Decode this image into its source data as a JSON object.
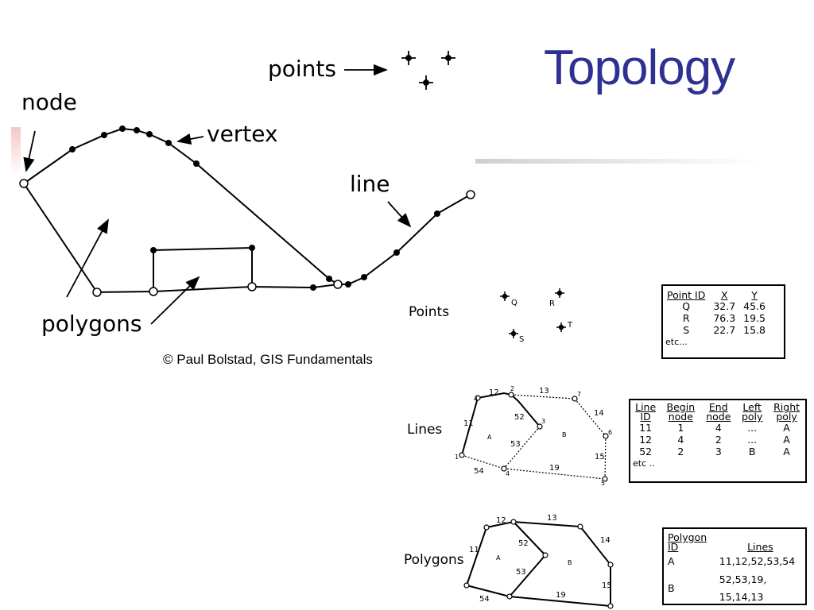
{
  "title": "Topology",
  "diagram": {
    "labels": {
      "points": "points",
      "node": "node",
      "vertex": "vertex",
      "line": "line",
      "polygons": "polygons"
    },
    "copyright": "© Paul Bolstad, GIS Fundamentals"
  },
  "points_panel": {
    "label": "Points",
    "point_labels": [
      "Q",
      "R",
      "T",
      "S"
    ],
    "table": {
      "headers": [
        "Point ID",
        "X",
        "Y"
      ],
      "rows": [
        [
          "Q",
          "32.7",
          "45.6"
        ],
        [
          "R",
          "76.3",
          "19.5"
        ],
        [
          "S",
          "22.7",
          "15.8"
        ]
      ],
      "etc": "etc..."
    }
  },
  "lines_panel": {
    "label": "Lines",
    "line_ids": [
      "12",
      "13",
      "11",
      "52",
      "53",
      "14",
      "15",
      "19",
      "54"
    ],
    "node_ids": [
      "1",
      "2",
      "3",
      "4",
      "5",
      "6",
      "7",
      "4"
    ],
    "polygon_ids": [
      "A",
      "B"
    ],
    "table": {
      "headers": [
        "Line ID",
        "Begin node",
        "End node",
        "Left poly",
        "Right poly"
      ],
      "rows": [
        [
          "11",
          "1",
          "4",
          "...",
          "A"
        ],
        [
          "12",
          "4",
          "2",
          "...",
          "A"
        ],
        [
          "52",
          "2",
          "3",
          "B",
          "A"
        ]
      ],
      "etc": "etc .."
    }
  },
  "polygons_panel": {
    "label": "Polygons",
    "line_ids": [
      "12",
      "13",
      "11",
      "52",
      "A",
      "B",
      "53",
      "14",
      "15",
      "19",
      "54"
    ],
    "table": {
      "headers": [
        "Polygon ID",
        "Lines"
      ],
      "rows": [
        [
          "A",
          "11,12,52,53,54"
        ],
        [
          "B",
          "52,53,19, 15,14,13"
        ]
      ]
    }
  }
}
